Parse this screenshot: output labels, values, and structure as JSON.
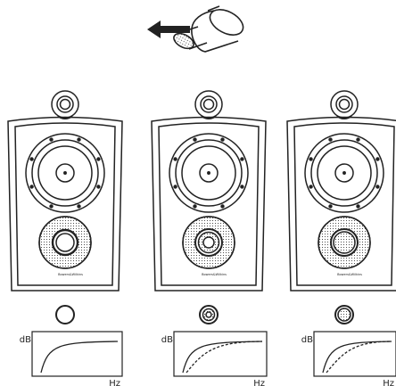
{
  "colors": {
    "ink": "#222222",
    "paper": "#ffffff"
  },
  "icons": [
    "port-plug-foam-bung-icon",
    "insertion-arrow-icon"
  ],
  "speakers": [
    {
      "port_config": "open",
      "port_icon": "open-port-ring-icon",
      "brand_mark": "Bowers&Wilkins",
      "graph": {
        "y_label": "dB",
        "x_label": "Hz",
        "curve": "solid"
      }
    },
    {
      "port_config": "foam-ring",
      "port_icon": "foam-ring-port-icon",
      "brand_mark": "Bowers&Wilkins",
      "graph": {
        "y_label": "dB",
        "x_label": "Hz",
        "curve": "dashed"
      }
    },
    {
      "port_config": "foam-plug",
      "port_icon": "foam-plug-port-icon",
      "brand_mark": "Bowers&Wilkins",
      "graph": {
        "y_label": "dB",
        "x_label": "Hz",
        "curve": "dashed"
      }
    }
  ]
}
